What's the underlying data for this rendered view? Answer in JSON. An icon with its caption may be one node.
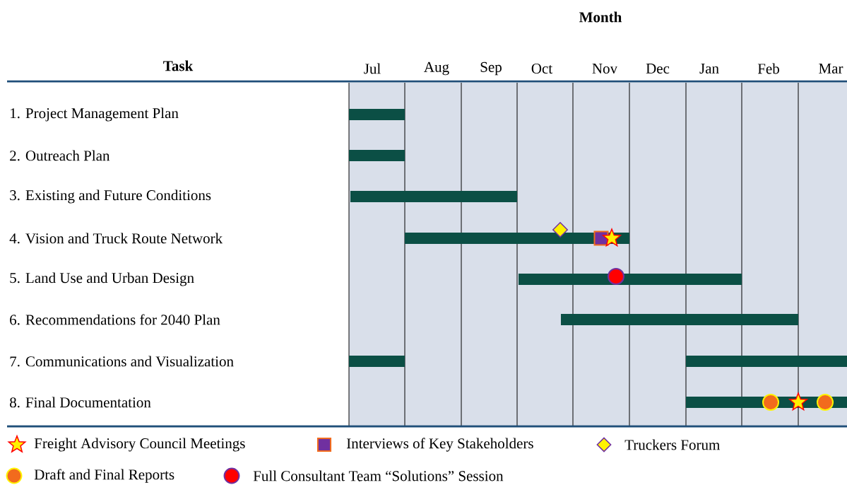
{
  "diagram": {
    "nodes": [
      {
        "text": [],
        "shape": "bar"
      },
      {
        "text": [],
        "shape": "bar"
      },
      {
        "text": [],
        "shape": "bar"
      },
      {
        "text": [],
        "shape": "bar"
      },
      {
        "text": [],
        "shape": "bar"
      },
      {
        "text": [],
        "shape": "bar"
      },
      {
        "text": [],
        "shape": "bar"
      },
      {
        "text": [],
        "shape": "bar"
      },
      {
        "text": [],
        "shape": "bar"
      }
    ],
    "labels": [
      "Month",
      "Task",
      "Jul",
      "Aug",
      "Sep",
      "Oct",
      "Nov",
      "Dec",
      "Jan",
      "Feb",
      "Mar",
      "1. Project Management Plan",
      "2. Outreach Plan",
      "3. Existing and Future Conditions",
      "4. Vision and Truck Route Network",
      "5. Land Use and Urban Design",
      "6. Recommendations for 2040 Plan",
      "7. Communications and Visualization",
      "8. Final Documentation"
    ],
    "legend": [
      {
        "text": "Freight Advisory Council Meetings"
      },
      {
        "text": "Interviews of Key Stakeholders"
      },
      {
        "text": "Truckers Forum"
      },
      {
        "text": "Draft and Final Reports"
      },
      {
        "text": "Full Consultant Team “Solutions” Session"
      }
    ]
  }
}
